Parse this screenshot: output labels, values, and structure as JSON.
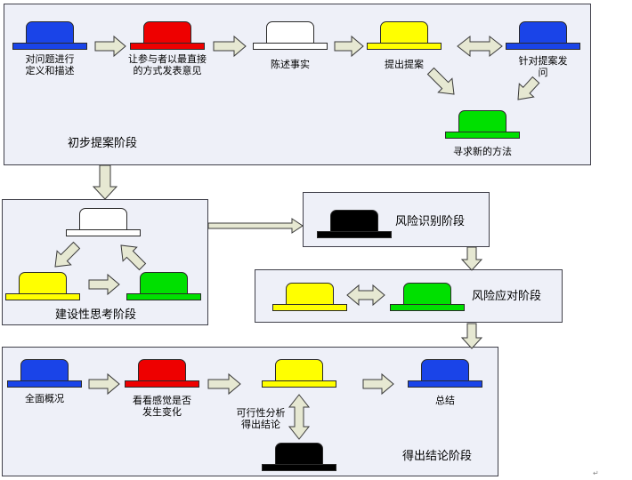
{
  "stages": {
    "initial": "初步提案阶段",
    "constructive": "建设性思考阶段",
    "risk_identify": "风险识别阶段",
    "risk_respond": "风险应对阶段",
    "conclusion": "得出结论阶段"
  },
  "captions": {
    "blue1": [
      "对问题进行",
      "定义和描述"
    ],
    "red1": [
      "让参与者以最直接",
      "的方式发表意见"
    ],
    "white1": [
      "陈述事实"
    ],
    "yellow1": [
      "提出提案"
    ],
    "blue2": [
      "针对提案发",
      "问"
    ],
    "green1": [
      "寻求新的方法"
    ],
    "blue3": [
      "全面概况"
    ],
    "red2": [
      "看看感觉是否",
      "发生变化"
    ],
    "yellow3": [
      "可行性分析",
      "得出结论"
    ],
    "blue4": [
      "总结"
    ]
  },
  "colors": {
    "blue": "#1a44e8",
    "red": "#ee0000",
    "white": "#ffffff",
    "yellow": "#ffff00",
    "green": "#00e000",
    "black": "#000000",
    "arrow_fill": "#e6e8d2"
  },
  "corner_mark": "↵"
}
